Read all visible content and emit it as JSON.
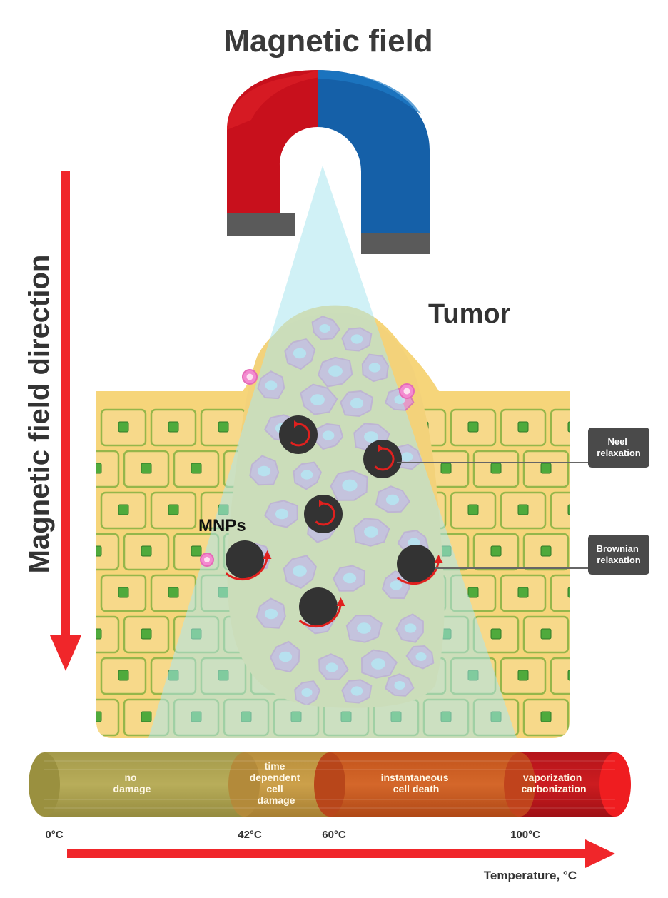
{
  "title": "Magnetic field",
  "tumor_label": "Tumor",
  "mnps_label": "MNPs",
  "direction_label": "Magnetic field direction",
  "callouts": [
    {
      "lines": [
        "Neel",
        "relaxation"
      ]
    },
    {
      "lines": [
        "Brownian",
        "relaxation"
      ]
    }
  ],
  "segments": [
    {
      "lines": [
        "no",
        "damage"
      ]
    },
    {
      "lines": [
        "time",
        "dependent",
        "cell",
        "damage"
      ]
    },
    {
      "lines": [
        "instantaneous",
        "cell death"
      ]
    },
    {
      "lines": [
        "vaporization",
        "carbonization"
      ]
    }
  ],
  "ticks": [
    "0°C",
    "42°C",
    "60°C",
    "100°C"
  ],
  "temperature_label": "Temperature, °C",
  "colors": {
    "magnet_red": "#c8101c",
    "magnet_blue": "#1560a8",
    "arrow_red": "#f0262a",
    "tissue_yellow": "#f6d57a",
    "tumor_pink": "#e59ac7",
    "beam_cyan": "#a9e6ef",
    "particle": "#333333",
    "callout_bg": "#4a4a4a"
  }
}
